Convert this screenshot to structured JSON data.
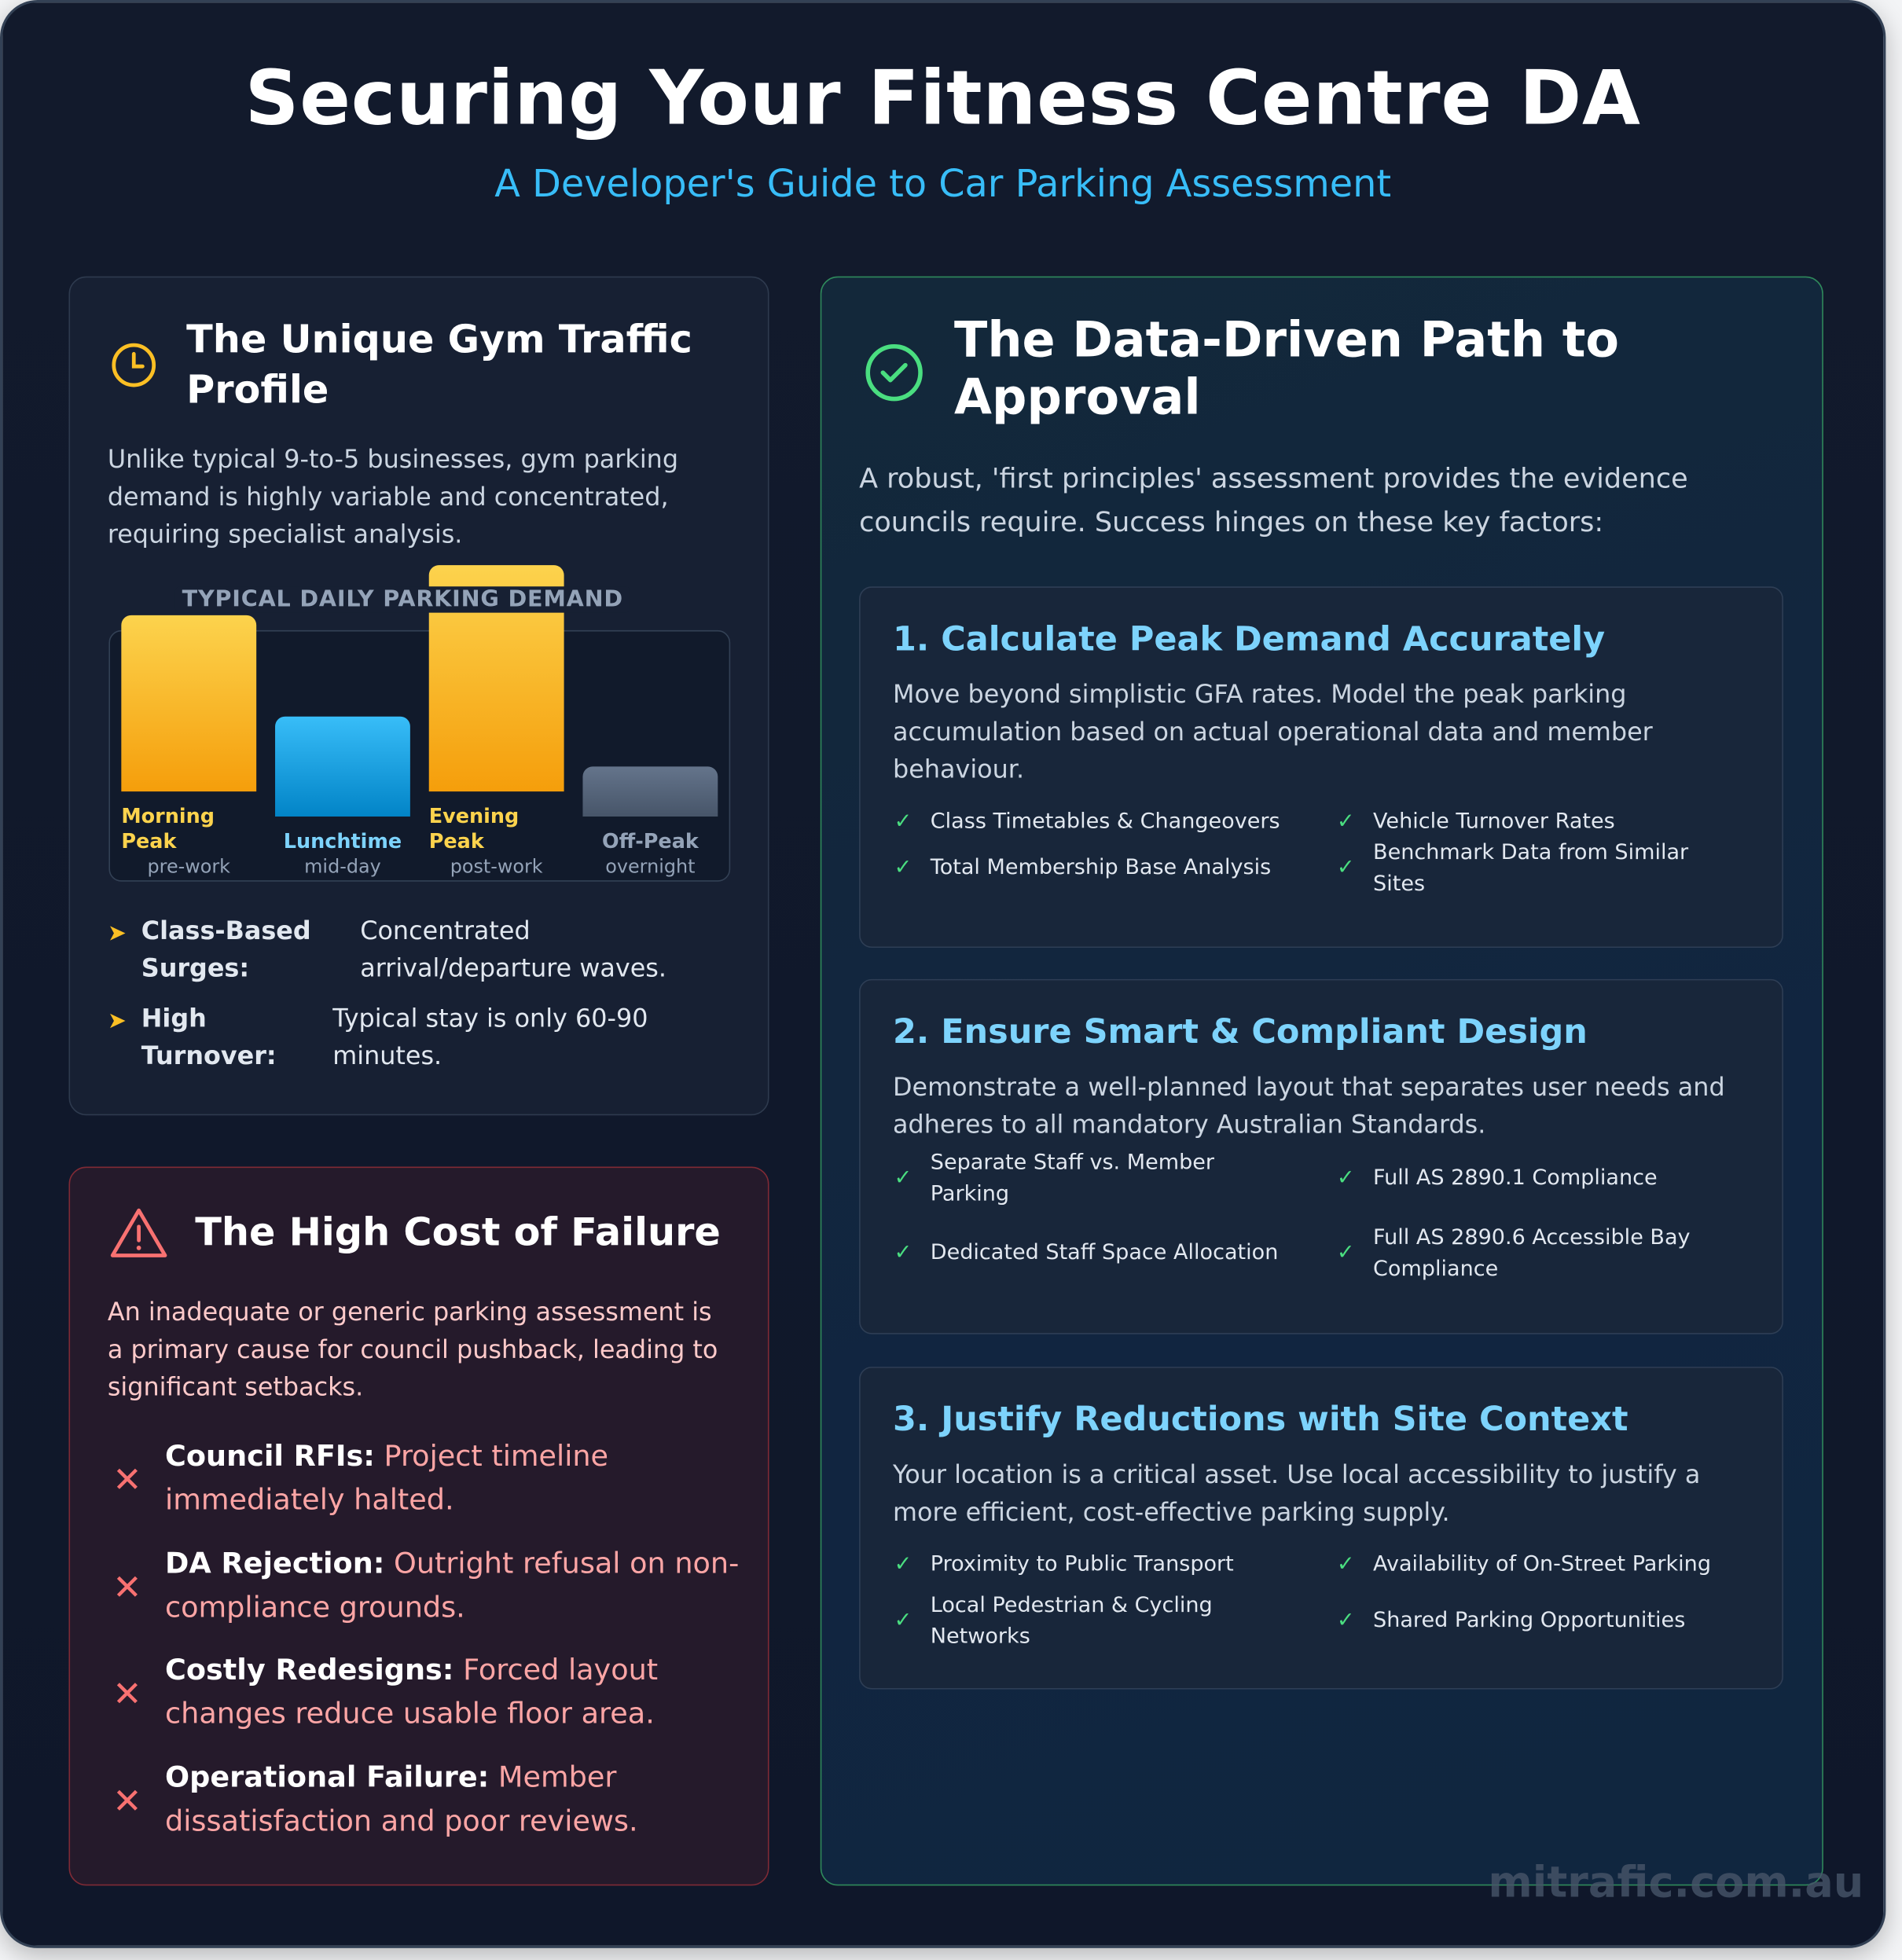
{
  "header": {
    "title": "Securing Your Fitness Centre DA",
    "subtitle": "A Developer's Guide to Car Parking Assessment"
  },
  "traffic": {
    "title_line1": "The Unique Gym Traffic",
    "title_line2": "Profile",
    "icon": "clock-icon",
    "intro": [
      "Unlike typical 9-to-5 businesses, gym parking",
      "demand is highly variable and concentrated,",
      "requiring specialist analysis."
    ],
    "bullets": [
      {
        "label1": "Class-Based",
        "label2": "Surges:",
        "text1": "Concentrated",
        "text2": "arrival/departure waves."
      },
      {
        "label1": "High",
        "label2": "Turnover:",
        "text1": "Typical stay is only 60-90",
        "text2": "minutes."
      }
    ]
  },
  "chart_data": {
    "type": "bar",
    "title": "TYPICAL DAILY PARKING DEMAND",
    "categories": [
      "Morning Peak",
      "Lunchtime",
      "Evening Peak",
      "Off-Peak"
    ],
    "sublabels": [
      "pre-work",
      "mid-day",
      "post-work",
      "overnight"
    ],
    "values": [
      70,
      40,
      90,
      20
    ],
    "colors": [
      "#f59e0b",
      "#0ea5e9",
      "#f59e0b",
      "#64748b"
    ],
    "label_colors": [
      "#fcd34d",
      "#7dd3fc",
      "#fcd34d",
      "#94a3b8"
    ]
  },
  "failure": {
    "title": "The High Cost of Failure",
    "icon": "warning-triangle-icon",
    "intro": [
      "An inadequate or generic parking assessment is",
      "a primary cause for council pushback, leading to",
      "significant setbacks."
    ],
    "items": [
      {
        "label": "Council RFIs:",
        "l1": " Project timeline",
        "l2": "immediately halted."
      },
      {
        "label": "DA Rejection:",
        "l1": " Outright refusal on non-",
        "l2": "compliance grounds."
      },
      {
        "label": "Costly Redesigns:",
        "l1": " Forced layout",
        "l2": "changes reduce usable floor area."
      },
      {
        "label": "Operational Failure:",
        "l1": " Member",
        "l2": "dissatisfaction and poor reviews."
      }
    ]
  },
  "approval": {
    "title_line1": "The Data-Driven Path to",
    "title_line2": "Approval",
    "icon": "check-circle-icon",
    "intro": [
      "A robust, 'first principles' assessment provides the evidence",
      "councils require. Success hinges on these key factors:"
    ],
    "steps": [
      {
        "title": "1. Calculate Peak Demand Accurately",
        "desc": [
          "Move beyond simplistic GFA rates. Model the peak parking",
          "accumulation based on actual operational data and member",
          "behaviour."
        ],
        "checks": [
          [
            "Class Timetables & Changeovers"
          ],
          [
            "Vehicle Turnover Rates"
          ],
          [
            "Total Membership Base Analysis"
          ],
          [
            "Benchmark Data from Similar",
            "Sites"
          ]
        ]
      },
      {
        "title": "2. Ensure Smart & Compliant Design",
        "desc": [
          "Demonstrate a well-planned layout that separates user needs and",
          "adheres to all mandatory Australian Standards."
        ],
        "checks": [
          [
            "Separate Staff vs. Member",
            "Parking"
          ],
          [
            "Full AS 2890.1 Compliance"
          ],
          [
            "Dedicated Staff Space Allocation"
          ],
          [
            "Full AS 2890.6 Accessible Bay",
            "Compliance"
          ]
        ]
      },
      {
        "title": "3. Justify Reductions with Site Context",
        "desc": [
          "Your location is a critical asset. Use local accessibility to justify a",
          "more efficient, cost-effective parking supply."
        ],
        "checks": [
          [
            "Proximity to Public Transport"
          ],
          [
            "Availability of On-Street Parking"
          ],
          [
            "Local Pedestrian & Cycling",
            "Networks"
          ],
          [
            "Shared Parking Opportunities"
          ]
        ]
      }
    ]
  },
  "watermark": "mitrafic.com.au"
}
